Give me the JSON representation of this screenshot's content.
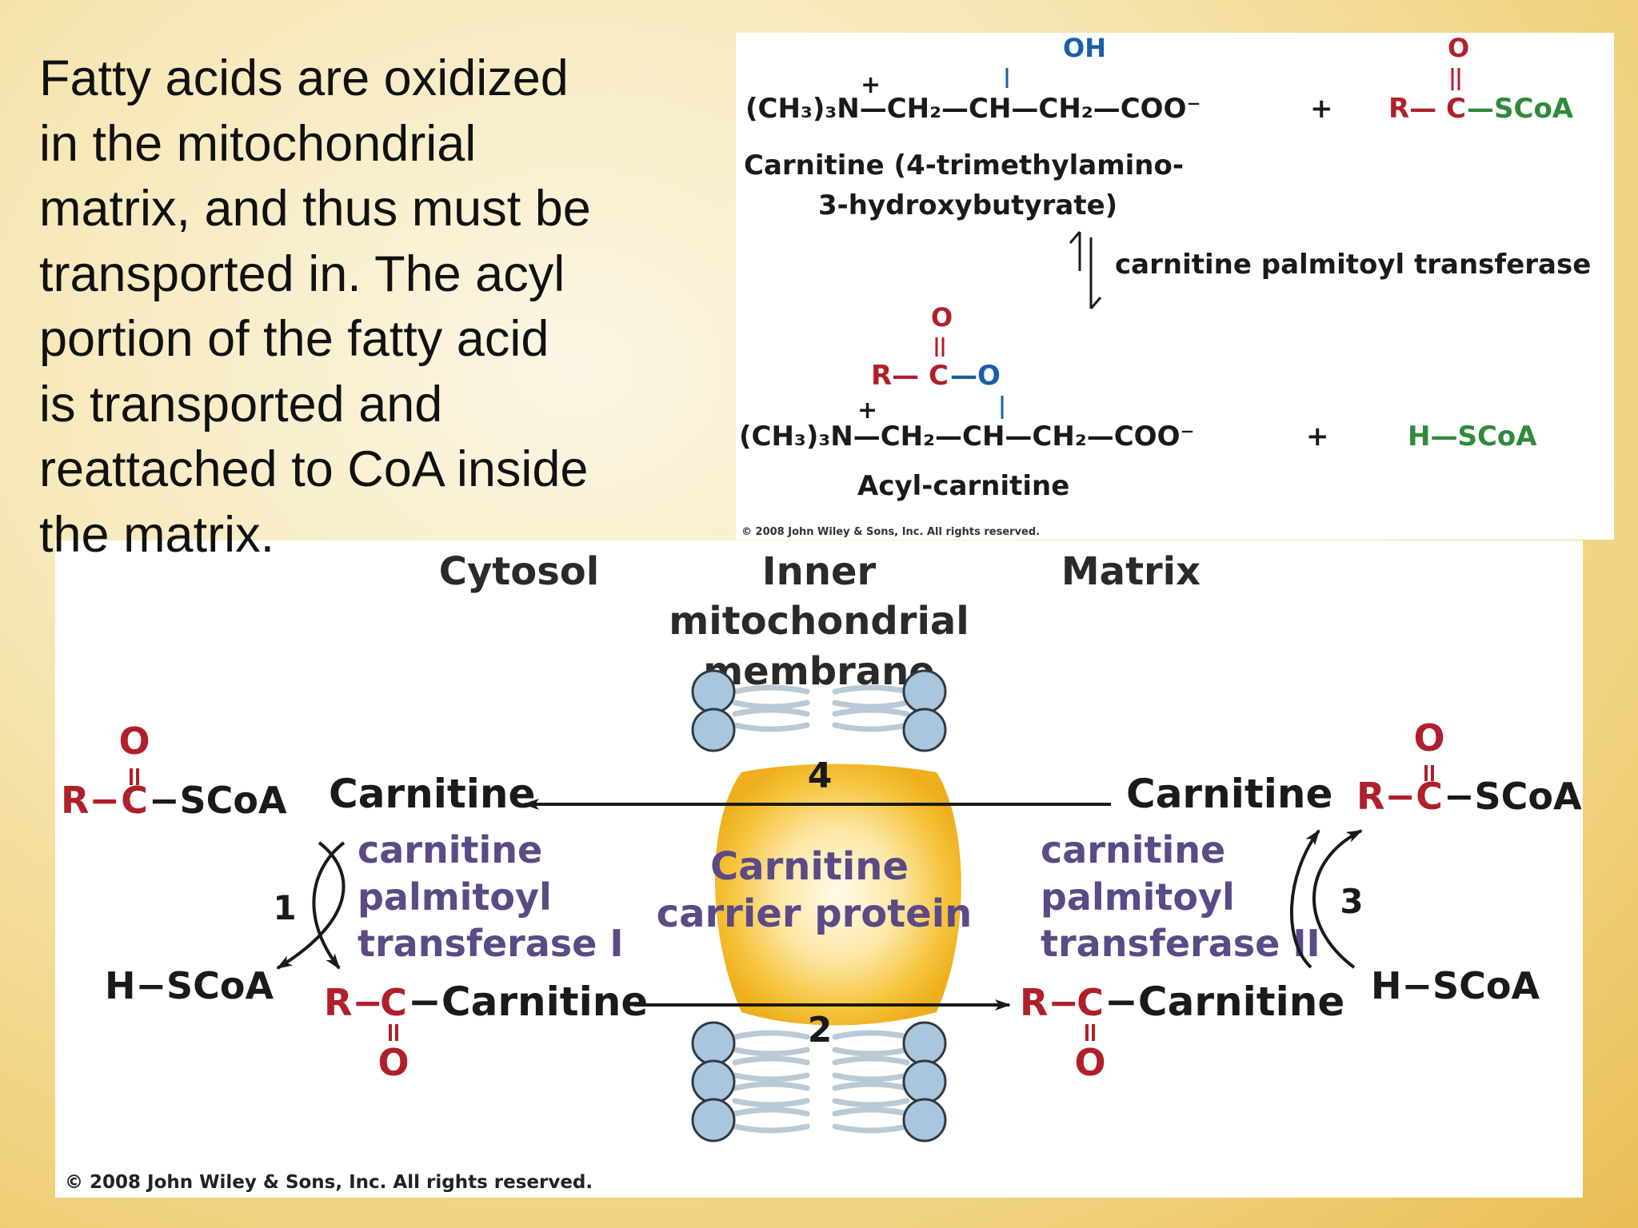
{
  "intro_text": "Fatty acids are oxidized\nin the mitochondrial\nmatrix, and thus must be\ntransported in. The acyl\nportion of the fatty acid\nis transported and\nreattached to CoA inside\nthe matrix.",
  "colors": {
    "red": "#b0202a",
    "blue": "#1a5fa8",
    "green": "#2f8a3a",
    "purple": "#5b4a85",
    "black": "#1a1a1a",
    "lipid_head": "#a9c6dc",
    "lipid_tail": "#b9c9d6",
    "protein_core": "#fffbe8",
    "protein_edge": "#f2b422"
  },
  "reaction": {
    "reactant_formula": "(CH₃)₃N—CH₂—CH—CH₂—COO⁻",
    "plus_charge": "+",
    "hydroxyl": "OH",
    "plus_sign": "+",
    "acyl_coa_R": "R—",
    "acyl_coa_C": "C",
    "acyl_coa_O": "O",
    "acyl_coa_tail": "—SCoA",
    "carnitine_name_line1": "Carnitine (4-trimethylamino-",
    "carnitine_name_line2": "3-hydroxybutyrate)",
    "enzyme": "carnitine palmitoyl transferase",
    "product_R": "R—",
    "product_C": "C",
    "product_O_top": "O",
    "product_ester_O": "—O",
    "product_formula": "(CH₃)₃N—CH₂—CH—CH₂—COO⁻",
    "product_plus_charge": "+",
    "plus_sign_2": "+",
    "coa_H": "H—SCoA",
    "product_name": "Acyl-carnitine",
    "copyright": "© 2008 John Wiley & Sons, Inc. All rights reserved."
  },
  "transport": {
    "header_cytosol": "Cytosol",
    "header_membrane": [
      "Inner",
      "mitochondrial",
      "membrane"
    ],
    "header_matrix": "Matrix",
    "left_acyl_R": "R−",
    "left_acyl_C": "C",
    "left_acyl_O": "O",
    "left_acyl_tail": "−SCoA",
    "carnitine_left": "Carnitine",
    "carnitine_right": "Carnitine",
    "right_acyl_R": "R−",
    "right_acyl_C": "C",
    "right_acyl_O": "O",
    "right_acyl_tail": "−SCoA",
    "enzyme_1": [
      "carnitine",
      "palmitoyl",
      "transferase I"
    ],
    "enzyme_2": [
      "carnitine",
      "palmitoyl",
      "transferase II"
    ],
    "step_1": "1",
    "step_2": "2",
    "step_3": "3",
    "step_4": "4",
    "hscoa_left": "H−SCoA",
    "hscoa_right": "H−SCoA",
    "acylcarn_left_R": "R−",
    "acylcarn_left_C": "C",
    "acylcarn_left_O": "O",
    "acylcarn_left_tail": "−Carnitine",
    "acylcarn_right_R": "R−",
    "acylcarn_right_C": "C",
    "acylcarn_right_O": "O",
    "acylcarn_right_tail": "−Carnitine",
    "protein_label": [
      "Carnitine",
      "carrier protein"
    ],
    "copyright": "© 2008 John Wiley & Sons, Inc. All rights reserved."
  }
}
